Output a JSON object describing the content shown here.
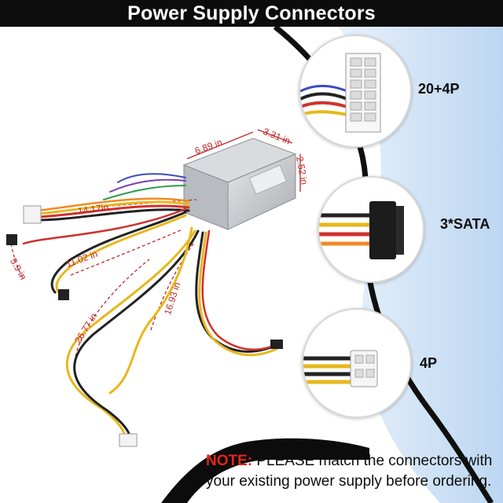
{
  "title": "Power Supply Connectors",
  "dimensions": {
    "psu_length": "6.89 in",
    "psu_width": "3.31 in",
    "psu_height": "2.52 in",
    "cable_1": "14.17in",
    "cable_2": "11.02 in",
    "cable_3": "5.9 in",
    "cable_4": "26.77 in",
    "cable_5": "16.93 in"
  },
  "connectors": [
    {
      "label": "20+4P",
      "icon": "atx-24pin-connector-icon"
    },
    {
      "label": "3*SATA",
      "icon": "sata-connector-icon"
    },
    {
      "label": "4P",
      "icon": "4pin-connector-icon"
    }
  ],
  "note": {
    "prefix": "NOTE:",
    "line1": " PLEASE match the connectors with",
    "line2": "your existing power supply before ordering."
  },
  "colors": {
    "banner_bg": "#0c0c0c",
    "dimension_red": "#c0282b",
    "note_red": "#e0261b",
    "panel_blue": "#3a7bd5"
  }
}
